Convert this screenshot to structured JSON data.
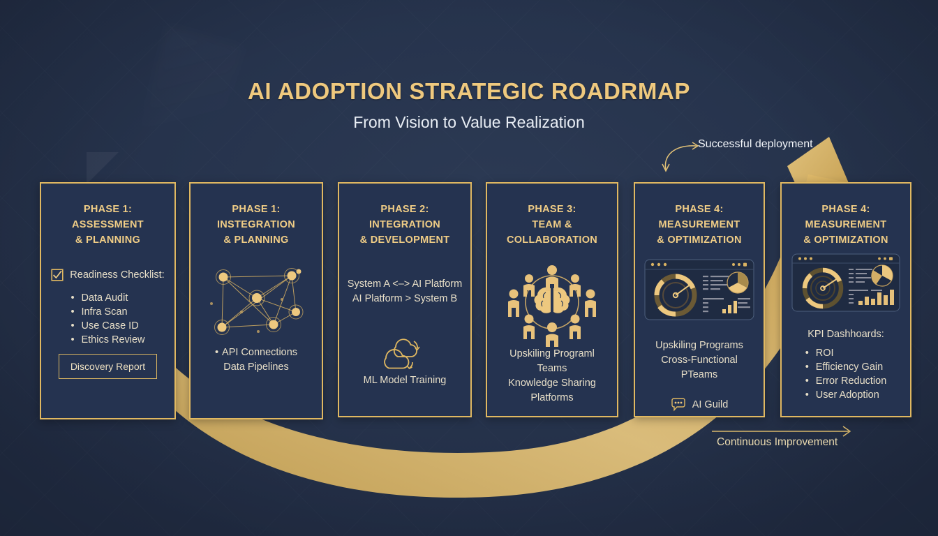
{
  "header": {
    "title": "AI ADOPTION STRATEGIC ROADRMAP",
    "subtitle": "From Vision to Value Realization"
  },
  "theme": {
    "background": "#26334c",
    "card_fill": "#253350",
    "gold": "#e0b861",
    "gold_light": "#f0cd86",
    "text": "#e8dfc8",
    "white_text": "#eef2f7"
  },
  "annotations": [
    {
      "name": "successful-deployment",
      "text": "Successful deployment"
    },
    {
      "name": "continuous-improvement",
      "text": "Continuous Improvement"
    }
  ],
  "cards": [
    {
      "title_line1": "PHASE 1:",
      "title_line2": "ASSESSMENT",
      "title_line3": "& PLANNING",
      "lead_icon": "checkbox-checked-icon",
      "lead_label": "Readiness Checklist:",
      "bullets": [
        "Data Audit",
        "Infra Scan",
        "Use Case ID",
        "Ethics Review"
      ],
      "button_label": "Discovery Report"
    },
    {
      "title_line1": "PHASE 1:",
      "title_line2": "INSTEGRATION",
      "title_line3": "& PLANNING",
      "icon": "network-graph-icon",
      "caption_line1": "API Connections",
      "caption_line2": "Data Pipelines"
    },
    {
      "title_line1": "PHASE 2:",
      "title_line2": "INTEGRATION",
      "title_line3": "& DEVELOPMENT",
      "flow_line1": "System A <–> AI Platform",
      "flow_line2": "AI Platform  > System B",
      "icon": "cloud-sync-icon",
      "caption_line1": "ML Model Training"
    },
    {
      "title_line1": "PHASE 3:",
      "title_line2": "TEAM &",
      "title_line3": "COLLABORATION",
      "icon": "team-brain-icon",
      "caption_line1": "Upskiling Programl",
      "caption_line2": "Teams",
      "caption_line3": "Knowledge Sharing",
      "caption_line4": "Platforms"
    },
    {
      "title_line1": "PHASE 4:",
      "title_line2": "MEASUREMENT",
      "title_line3": "& OPTIMIZATION",
      "icon": "dashboard-gauge-icon",
      "caption_line1": "Upskiling Programs",
      "caption_line2": "Cross-Functional PTeams",
      "chip_icon": "chat-bubble-icon",
      "chip_label": "AI Guild"
    },
    {
      "title_line1": "PHASE 4:",
      "title_line2": "MEASUREMENT",
      "title_line3": "& OPTIMIZATION",
      "icon": "dashboard-gauge-icon",
      "lead_label": "KPI Dashhoards:",
      "bullets": [
        "ROI",
        "Efficiency Gain",
        "Error Reduction",
        "User Adoption"
      ]
    }
  ]
}
